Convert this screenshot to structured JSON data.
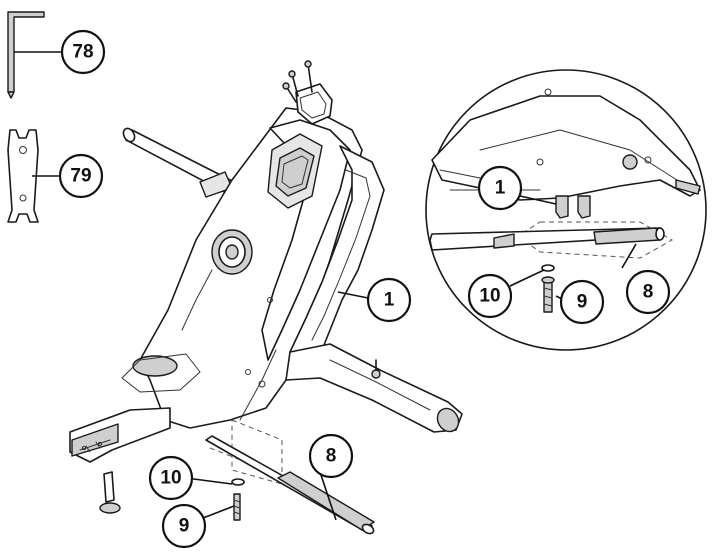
{
  "callouts": {
    "c78": "78",
    "c79": "79",
    "c1_main": "1",
    "c8_main": "8",
    "c10_main": "10",
    "c9_main": "9",
    "c1_detail": "1",
    "c10_detail": "10",
    "c9_detail": "9",
    "c8_detail": "8"
  },
  "colors": {
    "line": "#1a1a1a",
    "shade": "#cfcfcf",
    "background": "#ffffff"
  }
}
